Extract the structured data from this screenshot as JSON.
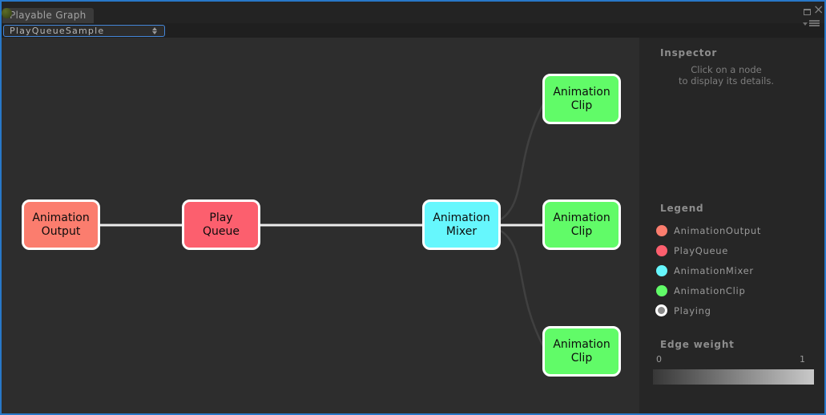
{
  "window": {
    "tab_title": "Playable Graph",
    "dropdown_value": "PlayQueueSample"
  },
  "inspector": {
    "title": "Inspector",
    "hint_line1": "Click on a node",
    "hint_line2": "to display its details."
  },
  "legend": {
    "title": "Legend",
    "items": [
      {
        "label": "AnimationOutput",
        "color": "#fb7d6e",
        "ring": false
      },
      {
        "label": "PlayQueue",
        "color": "#fc5f6e",
        "ring": false
      },
      {
        "label": "AnimationMixer",
        "color": "#66f7fd",
        "ring": false
      },
      {
        "label": "AnimationClip",
        "color": "#61fb68",
        "ring": false
      },
      {
        "label": "Playing",
        "color": "#8a8a8a",
        "ring": true
      }
    ]
  },
  "edge_weight": {
    "title": "Edge weight",
    "min": "0",
    "max": "1",
    "gradient_from": "#373737",
    "gradient_to": "#c9c9c9"
  },
  "graph": {
    "nodes": [
      {
        "id": "animation-output",
        "label": "Animation\nOutput",
        "color": "#fb7d6e"
      },
      {
        "id": "play-queue",
        "label": "Play\nQueue",
        "color": "#fc5f6e"
      },
      {
        "id": "animation-mixer",
        "label": "Animation\nMixer",
        "color": "#66f7fd"
      },
      {
        "id": "animation-clip-top",
        "label": "Animation\nClip",
        "color": "#61fb68"
      },
      {
        "id": "animation-clip-middle",
        "label": "Animation\nClip",
        "color": "#61fb68"
      },
      {
        "id": "animation-clip-bottom",
        "label": "Animation\nClip",
        "color": "#61fb68"
      }
    ],
    "edges": [
      {
        "from": "animation-output",
        "to": "play-queue",
        "weight": 1
      },
      {
        "from": "play-queue",
        "to": "animation-mixer",
        "weight": 1
      },
      {
        "from": "animation-mixer",
        "to": "animation-clip-middle",
        "weight": 1
      },
      {
        "from": "animation-mixer",
        "to": "animation-clip-top",
        "weight": 0
      },
      {
        "from": "animation-mixer",
        "to": "animation-clip-bottom",
        "weight": 0
      }
    ]
  },
  "colors": {
    "window_border": "#2878c8",
    "graph_background": "#2d2d2d",
    "panel_background": "#262626",
    "edge_bright": "#ececec",
    "edge_dim": "#404040"
  }
}
